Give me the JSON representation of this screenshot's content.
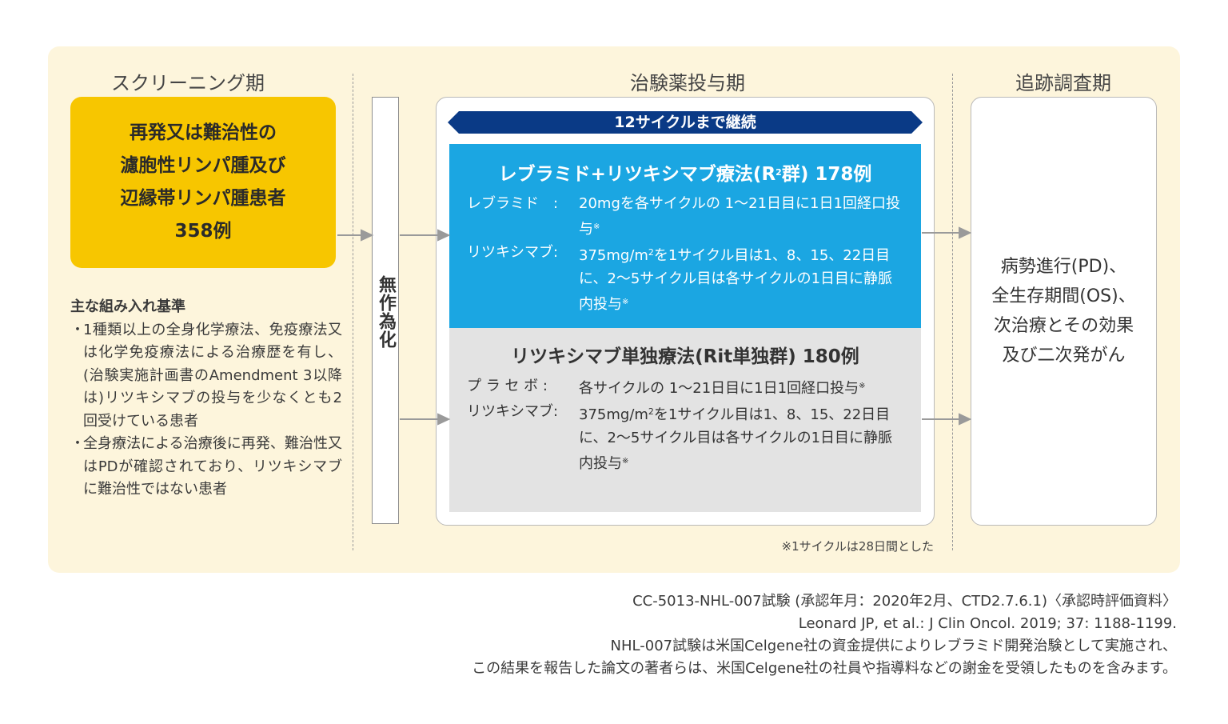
{
  "phases": {
    "screening": "スクリーニング期",
    "treatment": "治験薬投与期",
    "followup": "追跡調査期"
  },
  "patients": {
    "line1": "再発又は難治性の",
    "line2": "濾胞性リンパ腫及び",
    "line3": "辺縁帯リンパ腫患者",
    "line4": "358例"
  },
  "criteria": {
    "title": "主な組み入れ基準",
    "bullet": "・",
    "item1": "1種類以上の全身化学療法、免疫療法又は化学免疫療法による治療歴を有し、(治験実施計画書のAmendment 3以降は)リツキシマブの投与を少なくとも2回受けている患者",
    "item2": "全身療法による治療後に再発、難治性又はPDが確認されており、リツキシマブに難治性ではない患者"
  },
  "randomization": "無作為化",
  "banner": "12サイクルまで継続",
  "arm_r2": {
    "title_before": "レブラミド+リツキシマブ療法(R",
    "title_sup": "2",
    "title_after": "群) 178例",
    "drug1_label": "レブラミド　:",
    "drug1_value": "20mgを各サイクルの 1〜21日目に1日1回経口投与",
    "drug2_label": "リツキシマブ:",
    "drug2_value_a": "375mg/m",
    "drug2_value_sup": "2",
    "drug2_value_b": "を1サイクル目は1、8、15、22日目に、2〜5サイクル目は各サイクルの1日目に静脈内投与",
    "note_mark": "※"
  },
  "arm_rit": {
    "title": "リツキシマブ単独療法(Rit単独群) 180例",
    "drug1_label": "プ ラ セ ボ :",
    "drug1_value": "各サイクルの 1〜21日目に1日1回経口投与",
    "drug2_label": "リツキシマブ:",
    "drug2_value_a": "375mg/m",
    "drug2_value_sup": "2",
    "drug2_value_b": "を1サイクル目は1、8、15、22日目に、2〜5サイクル目は各サイクルの1日目に静脈内投与",
    "note_mark": "※"
  },
  "followup": {
    "line1": "病勢進行(PD)、",
    "line2": "全生存期間(OS)、",
    "line3": "次治療とその効果",
    "line4": "及び二次発がん"
  },
  "footnote": "※1サイクルは28日間とした",
  "references": {
    "line1": "CC-5013-NHL-007試験 (承認年月：2020年2月、CTD2.7.6.1)〈承認時評価資料〉",
    "line2": "Leonard JP, et al.: J Clin Oncol. 2019; 37: 1188-1199.",
    "line3": "NHL-007試験は米国Celgene社の資金提供によりレブラミド開発治験として実施され、",
    "line4": "この結果を報告した論文の著者らは、米国Celgene社の社員や指導料などの謝金を受領したものを含みます。"
  },
  "colors": {
    "panel_bg": "#fdf5dc",
    "patients_bg": "#f7c600",
    "r2_arm": "#1ba6e2",
    "rit_arm": "#e3e3e3",
    "banner": "#0a3a86",
    "arrow": "#9a9a9a"
  }
}
